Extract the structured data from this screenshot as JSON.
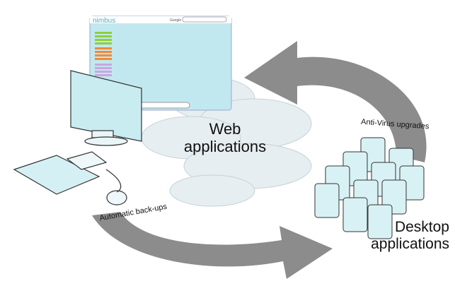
{
  "screen": {
    "logo": "nimbus",
    "search_label": "Google"
  },
  "labels": {
    "web": "Web applications",
    "antivirus": "Anti-Virus upgrades",
    "backups": "Automatic back-ups",
    "desktop": "Desktop applications"
  },
  "colors": {
    "arrow": "#8c8c8c",
    "cloud": "#e4ecef",
    "screen": "#c2e8ef",
    "server": "#d8f1f5"
  }
}
